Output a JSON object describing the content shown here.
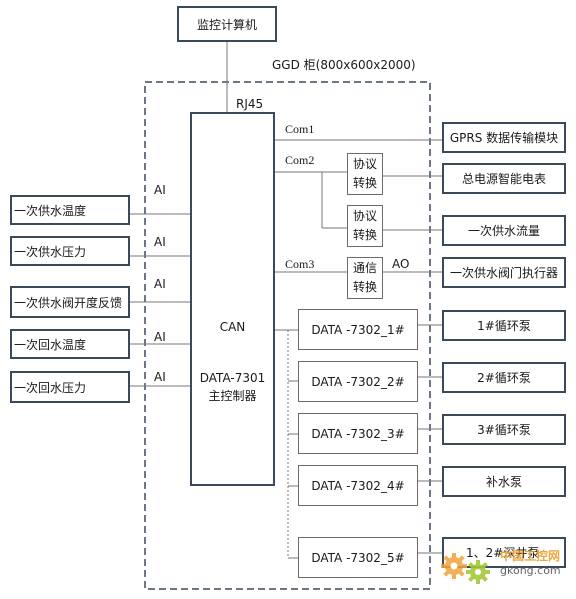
{
  "monitor_computer": "监控计算机",
  "cabinet_label": "GGD 柜(800x600x2000)",
  "rj45": "RJ45",
  "ports": {
    "com1": "Com1",
    "com2": "Com2",
    "com3": "Com3"
  },
  "main_controller": {
    "can": "CAN",
    "model": "DATA-7301",
    "name": "主控制器"
  },
  "sensors": [
    {
      "label": "一次供水温度",
      "signal": "AI"
    },
    {
      "label": "一次供水压力",
      "signal": "AI"
    },
    {
      "label": "一次供水阀开度反馈",
      "signal": "AI"
    },
    {
      "label": "一次回水温度",
      "signal": "AI"
    },
    {
      "label": "一次回水压力",
      "signal": "AI"
    }
  ],
  "converters": {
    "protocol1": [
      "协议",
      "转换"
    ],
    "protocol2": [
      "协议",
      "转换"
    ],
    "comm": [
      "通信",
      "转换"
    ]
  },
  "ao": "AO",
  "devices": {
    "gprs": "GPRS 数据传输模块",
    "meter": "总电源智能电表",
    "flow": "一次供水流量",
    "valve": "一次供水阀门执行器"
  },
  "io_modules": [
    {
      "name": "DATA -7302_1#",
      "target": "1#循环泵"
    },
    {
      "name": "DATA -7302_2#",
      "target": "2#循环泵"
    },
    {
      "name": "DATA -7302_3#",
      "target": "3#循环泵"
    },
    {
      "name": "DATA -7302_4#",
      "target": "补水泵"
    },
    {
      "name": "DATA -7302_5#",
      "target": "1、2#深井泵"
    }
  ],
  "watermark": {
    "text1": "中国工控网",
    "text2": "gkong.com"
  }
}
